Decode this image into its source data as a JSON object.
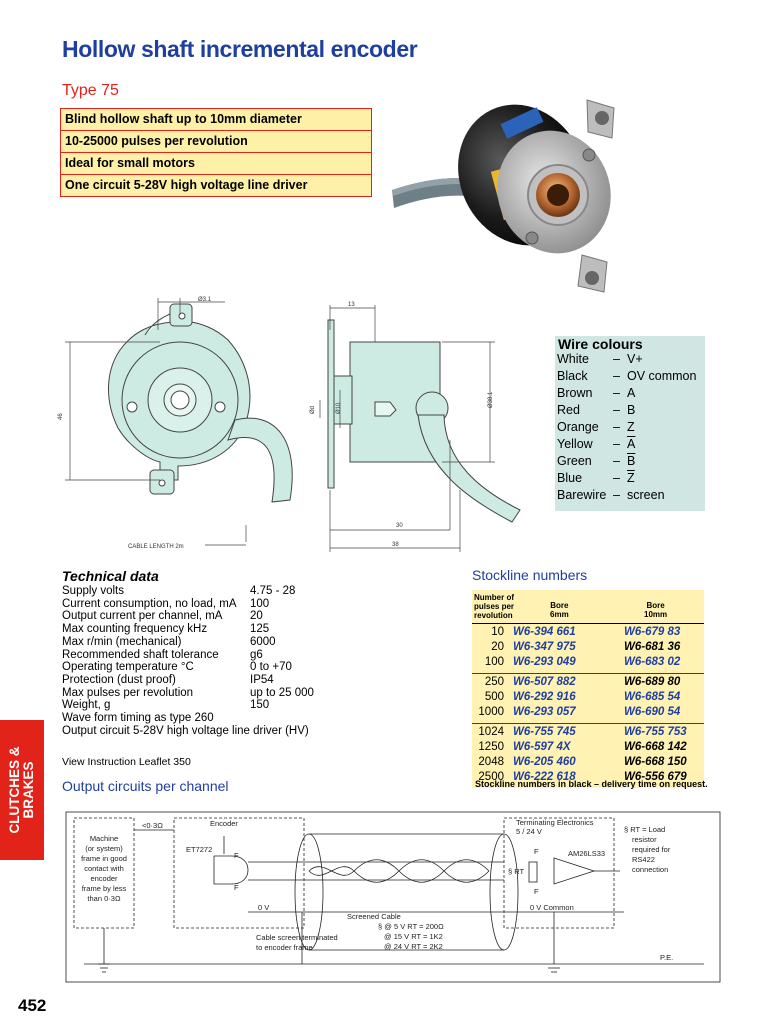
{
  "page": {
    "title": "Hollow shaft incremental encoder",
    "type_label": "Type 75",
    "page_number": "452",
    "side_tab": [
      "CLUTCHES &",
      "BRAKES"
    ]
  },
  "features": [
    "Blind hollow shaft up to 10mm diameter",
    "10-25000 pulses per revolution",
    "Ideal for small motors",
    "One circuit 5-28V high voltage line driver"
  ],
  "drawing": {
    "dim_hole": "Ø3.1",
    "dim_top": "13",
    "dim_height": "46",
    "dim_d": "Ød",
    "dim_d2": "Ø10",
    "dim_body": "Ø38.1",
    "dim_30": "30",
    "dim_38": "38",
    "cable_length": "CABLE LENGTH 2m"
  },
  "wire_colours": {
    "title": "Wire colours",
    "rows": [
      {
        "colour": "White",
        "signal": "V+"
      },
      {
        "colour": "Black",
        "signal": "OV common"
      },
      {
        "colour": "Brown",
        "signal": "A"
      },
      {
        "colour": "Red",
        "signal": "B"
      },
      {
        "colour": "Orange",
        "signal": "Z"
      },
      {
        "colour": "Yellow",
        "signal": "A"
      },
      {
        "colour": "Green",
        "signal": "B"
      },
      {
        "colour": "Blue",
        "signal": "Z"
      },
      {
        "colour": "Barewire",
        "signal": "screen"
      }
    ]
  },
  "technical_data": {
    "title": "Technical data",
    "rows": [
      {
        "label": "Supply volts",
        "value": "4.75 - 28"
      },
      {
        "label": "Current consumption, no load, mA",
        "value": "100"
      },
      {
        "label": "Output current per channel, mA",
        "value": "20"
      },
      {
        "label": "Max counting frequency kHz",
        "value": "125"
      },
      {
        "label": "Max r/min (mechanical)",
        "value": "6000"
      },
      {
        "label": "Recommended shaft tolerance",
        "value": "g6"
      },
      {
        "label": "Operating temperature °C",
        "value": "0 to +70"
      },
      {
        "label": "Protection (dust proof)",
        "value": "IP54"
      },
      {
        "label": "Max pulses per revolution",
        "value": "up to 25 000"
      },
      {
        "label": "Weight, g",
        "value": "150"
      },
      {
        "label": "Wave form timing as type 260",
        "value": ""
      },
      {
        "label": "Output circuit 5-28V high voltage line driver (HV)",
        "value": ""
      }
    ],
    "leaflet": "View Instruction Leaflet 350"
  },
  "stockline": {
    "title": "Stockline numbers",
    "header": {
      "pulses": [
        "Number of",
        "pulses per",
        "revolution"
      ],
      "bore6": [
        "Bore",
        "6mm"
      ],
      "bore10": [
        "Bore",
        "10mm"
      ]
    },
    "groups": [
      [
        {
          "pulses": "10",
          "bore6": "W6-394 661",
          "bore6_color": "#1f3fa0",
          "bore10": "W6-679 83",
          "bore10_color": "#1f3fa0"
        },
        {
          "pulses": "20",
          "bore6": "W6-347 975",
          "bore6_color": "#1f3fa0",
          "bore10": "W6-681 36",
          "bore10_color": "#000000"
        },
        {
          "pulses": "100",
          "bore6": "W6-293 049",
          "bore6_color": "#1f3fa0",
          "bore10": "W6-683 02",
          "bore10_color": "#1f3fa0"
        }
      ],
      [
        {
          "pulses": "250",
          "bore6": "W6-507 882",
          "bore6_color": "#1f3fa0",
          "bore10": "W6-689 80",
          "bore10_color": "#000000"
        },
        {
          "pulses": "500",
          "bore6": "W6-292 916",
          "bore6_color": "#1f3fa0",
          "bore10": "W6-685 54",
          "bore10_color": "#1f3fa0"
        },
        {
          "pulses": "1000",
          "bore6": "W6-293 057",
          "bore6_color": "#1f3fa0",
          "bore10": "W6-690 54",
          "bore10_color": "#1f3fa0"
        }
      ],
      [
        {
          "pulses": "1024",
          "bore6": "W6-755 745",
          "bore6_color": "#1f3fa0",
          "bore10": "W6-755 753",
          "bore10_color": "#1f3fa0"
        },
        {
          "pulses": "1250",
          "bore6": "W6-597 4X",
          "bore6_color": "#1f3fa0",
          "bore10": "W6-668 142",
          "bore10_color": "#000000"
        },
        {
          "pulses": "2048",
          "bore6": "W6-205 460",
          "bore6_color": "#1f3fa0",
          "bore10": "W6-668 150",
          "bore10_color": "#000000"
        },
        {
          "pulses": "2500",
          "bore6": "W6-222 618",
          "bore6_color": "#1f3fa0",
          "bore10": "W6-556 679",
          "bore10_color": "#000000"
        }
      ]
    ],
    "note": "Stockline numbers in black – delivery time on request."
  },
  "output_circuits": {
    "title": "Output circuits per channel",
    "machine_text": [
      "Machine",
      "(or system)",
      "frame in good",
      "contact with",
      "encoder",
      "frame by less",
      "than 0·3Ω"
    ],
    "resistance": "<0·3Ω",
    "encoder_label": "Encoder",
    "chip": "ET7272",
    "zero_v": "0 V",
    "screened_cable": "Screened Cable",
    "screen_note": [
      "Cable screen terminated",
      "to encoder frame"
    ],
    "rt_values": [
      "§ @ 5 V    RT  =  200Ω",
      "@ 15 V   RT  =  1K2",
      "@ 24 V   RT  =  2K2"
    ],
    "terminating": [
      "Terminating Electronics",
      "5 / 24 V"
    ],
    "receiver": "AM26LS33",
    "rt_label": "§ RT",
    "zero_v_common": "0 V Common",
    "rt_note": [
      "§ RT = Load",
      "resistor",
      "required for",
      "RS422",
      "connection"
    ],
    "pe": "P.E.",
    "f_label": "F"
  }
}
